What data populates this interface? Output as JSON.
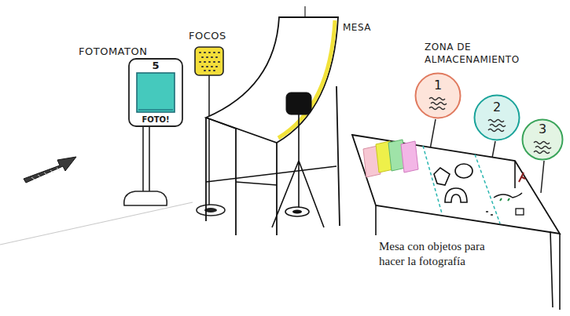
{
  "diagram": {
    "nodes": [
      {
        "text": [
          "5",
          "FOTO!"
        ]
      },
      {
        "text": [
          "1"
        ]
      },
      {
        "text": [
          "2"
        ]
      },
      {
        "text": [
          "3"
        ]
      }
    ],
    "labels": [
      "FOTOMATON",
      "FOCOS",
      "MESA",
      "ZONA DE ALMACENAMIENTO",
      "Mesa con objetos para hacer la fotografía"
    ]
  }
}
